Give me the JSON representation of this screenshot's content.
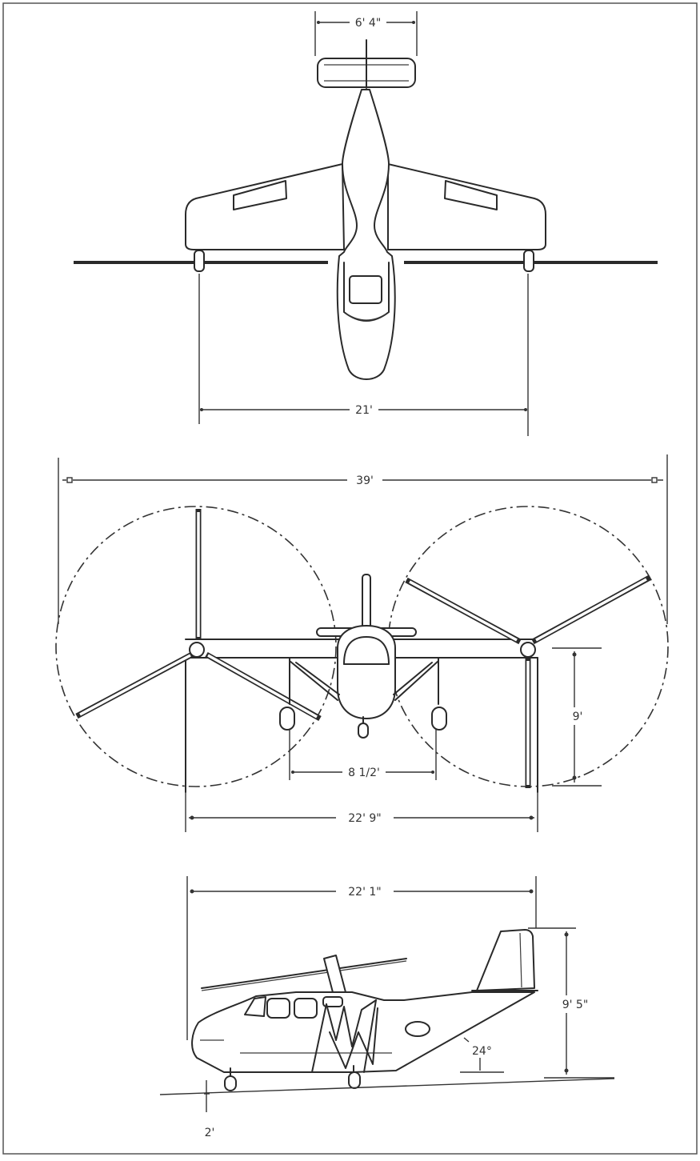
{
  "views": {
    "top": {
      "tail_span": "6' 4\"",
      "gear_track": "21'"
    },
    "front": {
      "rotor_span": "39'",
      "main_gear_track": "8 1/2'",
      "height": "9'",
      "outrigger_span": "22' 9\""
    },
    "side": {
      "length": "22' 1\"",
      "height": "9' 5\"",
      "tail_angle": "24°",
      "ground_clearance": "2'"
    }
  }
}
